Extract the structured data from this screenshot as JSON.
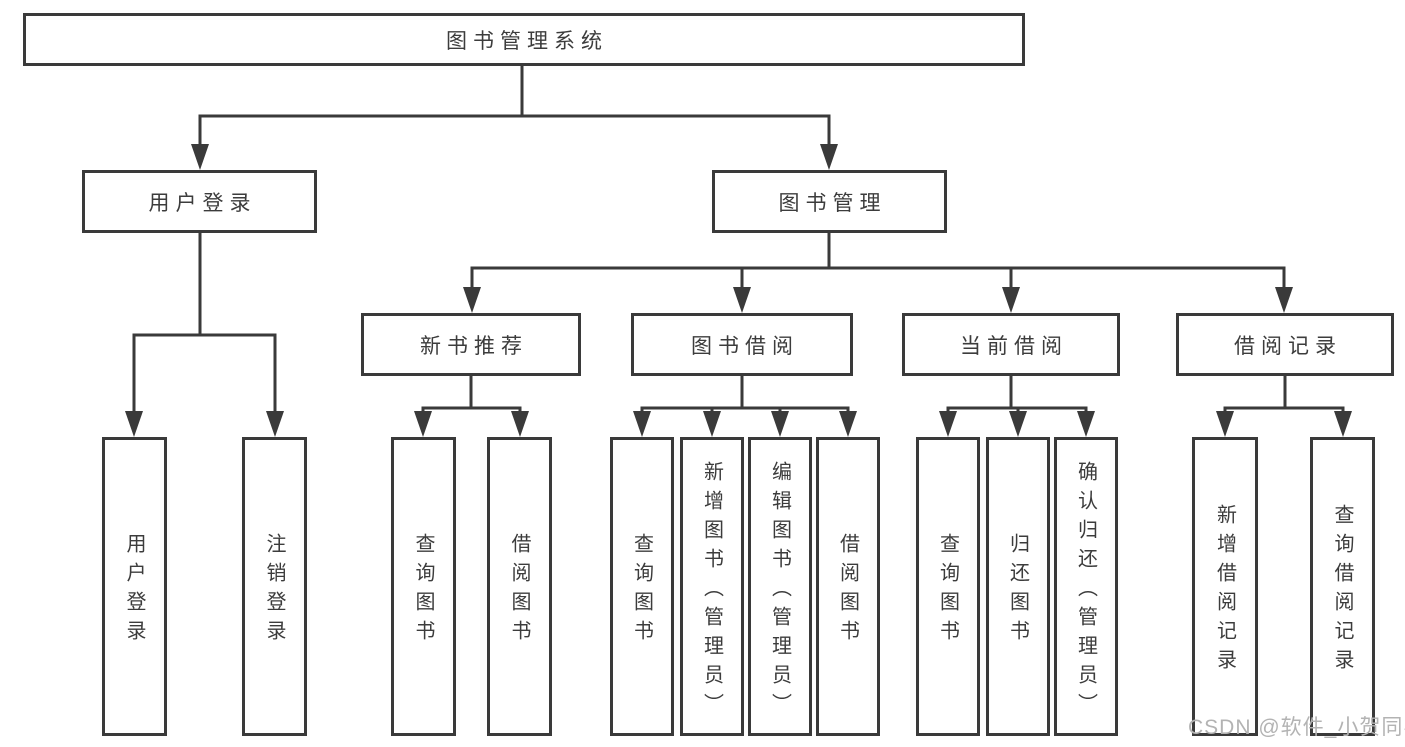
{
  "diagram": {
    "title": "图书管理系统",
    "level2": [
      "用户登录",
      "图书管理"
    ],
    "level3": [
      "新书推荐",
      "图书借阅",
      "当前借阅",
      "借阅记录"
    ],
    "leaves": [
      "用户登录",
      "注销登录",
      "查询图书",
      "借阅图书",
      "查询图书",
      "新增图书（管理员）",
      "编辑图书（管理员）",
      "借阅图书",
      "查询图书",
      "归还图书",
      "确认归还（管理员）",
      "新增借阅记录",
      "查询借阅记录"
    ]
  },
  "watermark": {
    "text": "CSDN @软件_小贺同学"
  },
  "colors": {
    "line": "#3a3a3a",
    "box_border": "#3a3a3a",
    "box_background": "#ffffff",
    "text": "#3c3c3c",
    "watermark": "#b3b3b3"
  }
}
